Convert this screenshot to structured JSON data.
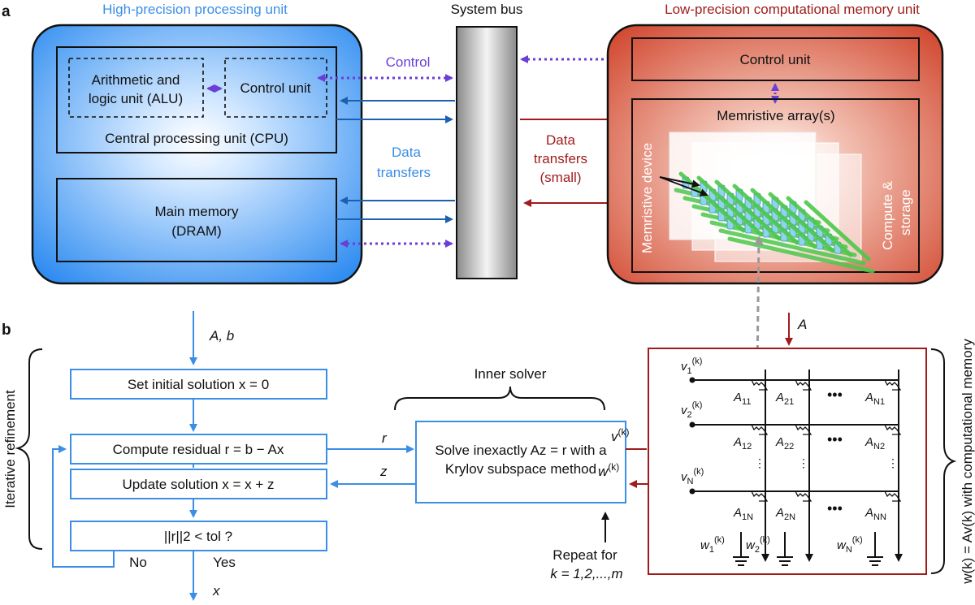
{
  "panel_a": {
    "letter": "a",
    "hp_title": "High-precision processing unit",
    "sys_bus": "System bus",
    "lp_title": "Low-precision computational memory unit",
    "alu_line1": "Arithmetic and",
    "alu_line2": "logic unit (ALU)",
    "cpu_control_unit": "Control unit",
    "cpu_label": "Central processing unit (CPU)",
    "main_mem_line1": "Main memory",
    "main_mem_line2": "(DRAM)",
    "control_label": "Control",
    "data_transfers_line1": "Data",
    "data_transfers_line2": "transfers",
    "data_small_line1": "Data",
    "data_small_line2": "transfers",
    "data_small_line3": "(small)",
    "lp_control_unit": "Control unit",
    "memristive_arrays": "Memristive array(s)",
    "memristive_device": "Memristive device",
    "compute_line1": "Compute &",
    "compute_line2": "storage"
  },
  "panel_b": {
    "letter": "b",
    "input": "A, b",
    "iterative": "Iterative refinement",
    "step1": "Set initial solution x = 0",
    "step2": "Compute residual r = b − Ax",
    "step3": "Update solution x = x + z",
    "step4": "||r||2 < tol ?",
    "no": "No",
    "yes": "Yes",
    "output": "x",
    "r": "r",
    "z": "z",
    "inner_solver": "Inner solver",
    "solve_line1": "Solve inexactly Az = r with a",
    "solve_line2": "Krylov subspace method",
    "A_in": "A",
    "repeat_line1": "Repeat for",
    "repeat_line2": "k = 1,2,...,m",
    "side_label": "w(k) = Av(k) with computational memory"
  },
  "colors": {
    "blue": "#3a8ee6",
    "blue_dark": "#1d5fb0",
    "red": "#c8412c",
    "red_dark": "#a01c1c",
    "purple": "#6a3fd6",
    "green": "#4cc84a",
    "grey_arrow": "#9a9a9a"
  }
}
